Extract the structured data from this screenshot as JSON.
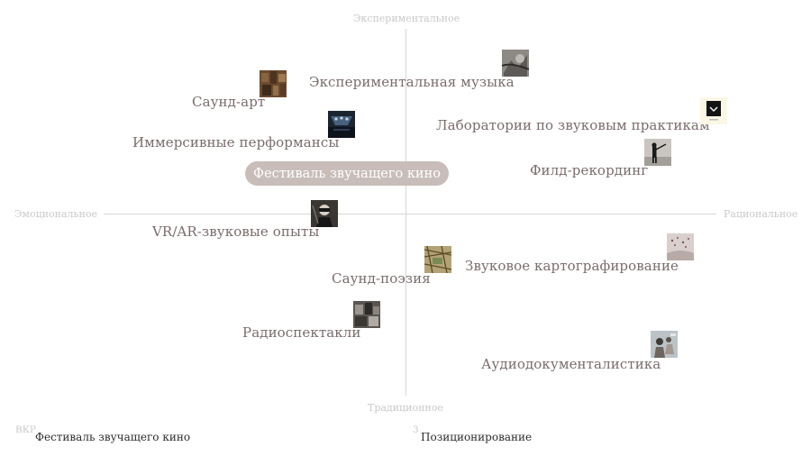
{
  "axes": {
    "top": "Экспериментальное",
    "bottom": "Традиционное",
    "left": "Эмоциональное",
    "right": "Рациональное"
  },
  "center_pill": "Фестиваль звучащего кино",
  "items": [
    {
      "label": "Экспериментальная музыка",
      "quadrant": "top-right"
    },
    {
      "label": "Саунд-арт",
      "quadrant": "top-left"
    },
    {
      "label": "Лаборатории по звуковым практикам",
      "quadrant": "top-right"
    },
    {
      "label": "Иммерсивные перформансы",
      "quadrant": "top-left"
    },
    {
      "label": "Филд-рекординг",
      "quadrant": "top-right"
    },
    {
      "label": "VR/AR-звуковые опыты",
      "quadrant": "bottom-left"
    },
    {
      "label": "Звуковое картографирование",
      "quadrant": "bottom-right"
    },
    {
      "label": "Саунд-поэзия",
      "quadrant": "bottom-left"
    },
    {
      "label": "Радиоспектакли",
      "quadrant": "bottom-left"
    },
    {
      "label": "Аудиодокументалистика",
      "quadrant": "bottom-right"
    }
  ],
  "footer": {
    "org": "ВКР",
    "left": "Фестиваль звучащего кино",
    "page_number": "3",
    "right": "Позиционирование"
  }
}
